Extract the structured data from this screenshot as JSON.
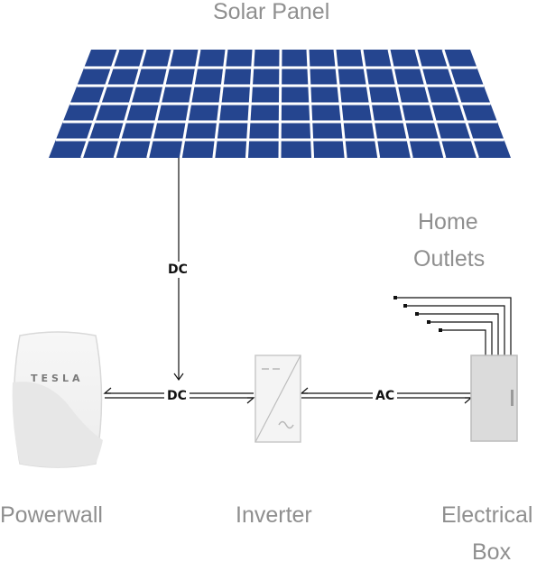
{
  "labels": {
    "solar_panel": "Solar Panel",
    "home_outlets_line1": "Home",
    "home_outlets_line2": "Outlets",
    "powerwall": "Powerwall",
    "inverter": "Inverter",
    "electrical_box_line1": "Electrical",
    "electrical_box_line2": "Box"
  },
  "flows": {
    "dc_vertical": "DC",
    "dc_horizontal": "DC",
    "ac": "AC"
  },
  "brand_text": "TESLA",
  "colors": {
    "panel_cell": "#25458f",
    "panel_grid": "#ffffff",
    "label_text": "#8f8f8f",
    "wire": "#111111",
    "powerwall_body": "#f3f3f3",
    "inverter_body": "#f4f4f4",
    "electrical_box_body": "#dbdbdb"
  }
}
